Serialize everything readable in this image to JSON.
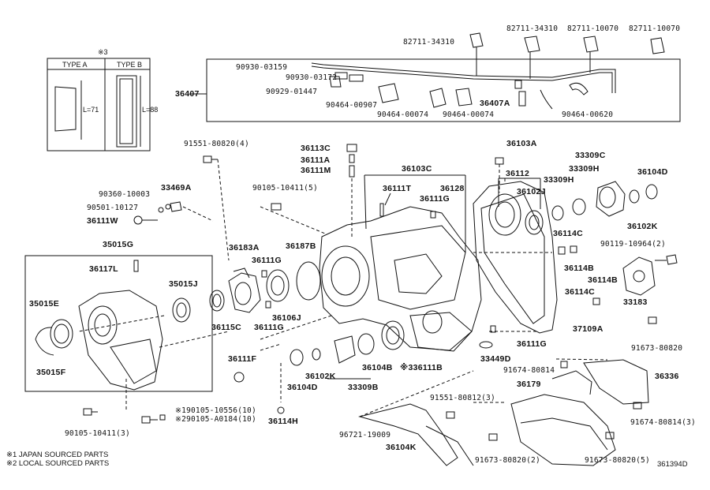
{
  "figure_code": "361394D",
  "legend_box": {
    "mark": "※3",
    "type_a": "TYPE A",
    "type_b": "TYPE B",
    "len_a": "L=71",
    "len_b": "L=88"
  },
  "footnotes": [
    "※1 JAPAN SOURCED PARTS",
    "※2 LOCAL SOURCED PARTS"
  ],
  "labels": {
    "p82711_34310_a": "82711-34310",
    "p82711_34310_b": "82711-34310",
    "p82711_10070_a": "82711-10070",
    "p82711_10070_b": "82711-10070",
    "p90930_03159": "90930-03159",
    "p90930_03172": "90930-03172",
    "p90929_01447": "90929-01447",
    "p90464_00907": "90464-00907",
    "p90464_00074_a": "90464-00074",
    "p90464_00074_b": "90464-00074",
    "p36407A": "36407A",
    "p90464_00620": "90464-00620",
    "p36407": "36407",
    "p91551_80820": "91551-80820(4)",
    "p36113C": "36113C",
    "p36111A": "36111A",
    "p36111M": "36111M",
    "p36103A": "36103A",
    "p33309C": "33309C",
    "p36103C": "36103C",
    "p36112": "36112",
    "p33309H_a": "33309H",
    "p33309H_b": "33309H",
    "p36104D_a": "36104D",
    "p90105_10411_5": "90105-10411(5)",
    "p36111T": "36111T",
    "p36128": "36128",
    "p36102J": "36102J",
    "p90360_10003": "90360-10003",
    "p33469A": "33469A",
    "p36111G_a": "36111G",
    "p90501_10127": "90501-10127",
    "p36102K_a": "36102K",
    "p36111W": "36111W",
    "p36114C_a": "36114C",
    "p90119_10964": "90119-10964(2)",
    "p35015G": "35015G",
    "p36183A": "36183A",
    "p36111G_b": "36111G",
    "p36187B": "36187B",
    "p36117L": "36117L",
    "p36114B_a": "36114B",
    "p36114B_b": "36114B",
    "p35015J": "35015J",
    "p36114C_b": "36114C",
    "p33183": "33183",
    "p35015E": "35015E",
    "p36106J": "36106J",
    "p36115C": "36115C",
    "p36111G_c": "36111G",
    "p37109A": "37109A",
    "p91673_80820_a": "91673-80820",
    "p36111G_d": "36111G",
    "p35015F": "35015F",
    "p36111F": "36111F",
    "p33449D": "33449D",
    "p91674_80814_a": "91674-80814",
    "p36336": "36336",
    "p36104B": "36104B",
    "p336111B": "※336111B",
    "p36102K_b": "36102K",
    "p36104D_b": "36104D",
    "p33309B": "33309B",
    "p36179": "36179",
    "p91551_80812": "91551-80812(3)",
    "p91674_80814_3": "91674-80814(3)",
    "p90105_10411_3": "90105-10411(3)",
    "p190105_10556": "※190105-10556(10)",
    "p290105_A0184": "※290105-A0184(10)",
    "p36114H": "36114H",
    "p96721_19009": "96721-19009",
    "p36104K": "36104K",
    "p91673_80820_2": "91673-80820(2)",
    "p91673_80820_5": "91673-80820(5)"
  }
}
